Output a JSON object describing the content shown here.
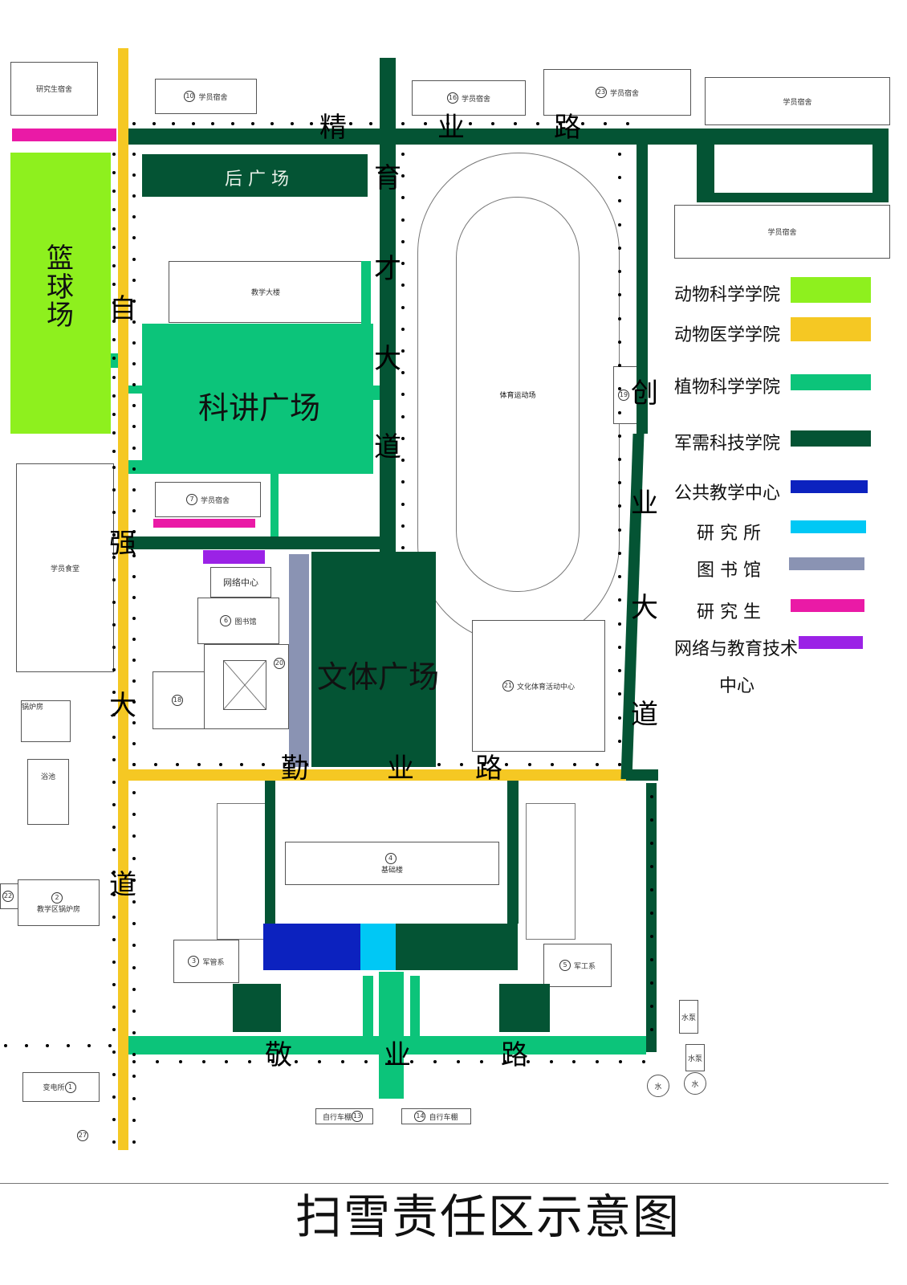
{
  "title": "扫雪责任区示意图",
  "colors": {
    "animal_science": "#8ef01e",
    "veterinary": "#f5c823",
    "plant_science": "#0cc47a",
    "quartermaster": "#045434",
    "public_teaching": "#0c22bf",
    "research_institute": "#00c8f5",
    "library": "#8a93b3",
    "graduate": "#ea1aa6",
    "network": "#9b22e6"
  },
  "roads": {
    "jingye": [
      "精",
      "业",
      "路"
    ],
    "yucai": [
      "育",
      "才",
      "大",
      "道"
    ],
    "ziqiang": [
      "自",
      "强",
      "大",
      "道"
    ],
    "chuangye": [
      "创",
      "业",
      "大",
      "道"
    ],
    "qinye": [
      "勤",
      "业",
      "路"
    ],
    "jingye2": [
      "敬",
      "业",
      "路"
    ]
  },
  "areas": {
    "basketball": "篮球场",
    "back_square": "后 广 场",
    "science_square": "科讲广场",
    "culture_square": "文体广场"
  },
  "buildings": {
    "grad_dorm": "研究生宿舍",
    "dorm10": {
      "num": "10",
      "name": "学员宿舍"
    },
    "dorm16": {
      "num": "16",
      "name": "学员宿舍"
    },
    "dorm23": {
      "num": "23",
      "name": "学员宿舍"
    },
    "dorm_tr": "学员宿舍",
    "dorm_r": "学员宿舍",
    "teaching": "教学大楼",
    "dorm7": {
      "num": "7",
      "name": "学员宿舍"
    },
    "canteen": "学员食堂",
    "network_center": "网络中心",
    "library6": {
      "num": "6",
      "name": "图书馆"
    },
    "b18": "18",
    "b20": "20",
    "boiler": "锅炉房",
    "bath": "浴池",
    "stadium": "体育运动场",
    "b19": "19",
    "culture21": {
      "num": "21",
      "name": "文化体育活动中心"
    },
    "basic4": {
      "num": "4",
      "name": "基础楼"
    },
    "b22": "22",
    "boiler2": {
      "num": "2",
      "name": "教学区锅炉房"
    },
    "dept3": {
      "num": "3",
      "name": "军管系"
    },
    "dept5": {
      "num": "5",
      "name": "军工系"
    },
    "substation": {
      "num": "1",
      "name": "变电所"
    },
    "b27": "27",
    "bike13": {
      "num": "13",
      "name": "自行车棚"
    },
    "bike14": {
      "num": "14",
      "name": "自行车棚"
    },
    "pump1": "水泵",
    "pump2": "水泵",
    "water1": "水",
    "water2": "水"
  },
  "legend": [
    {
      "label": "动物科学学院",
      "color": "#8ef01e"
    },
    {
      "label": "动物医学学院",
      "color": "#f5c823"
    },
    {
      "label": "植物科学学院",
      "color": "#0cc47a"
    },
    {
      "label": "军需科技学院",
      "color": "#045434"
    },
    {
      "label": "公共教学中心",
      "color": "#0c22bf"
    },
    {
      "label": "研 究 所",
      "color": "#00c8f5"
    },
    {
      "label": "图 书 馆",
      "color": "#8a93b3"
    },
    {
      "label": "研 究 生",
      "color": "#ea1aa6"
    },
    {
      "label": "网络与教育技术",
      "color": "#9b22e6"
    }
  ],
  "legend_extra": "中心"
}
